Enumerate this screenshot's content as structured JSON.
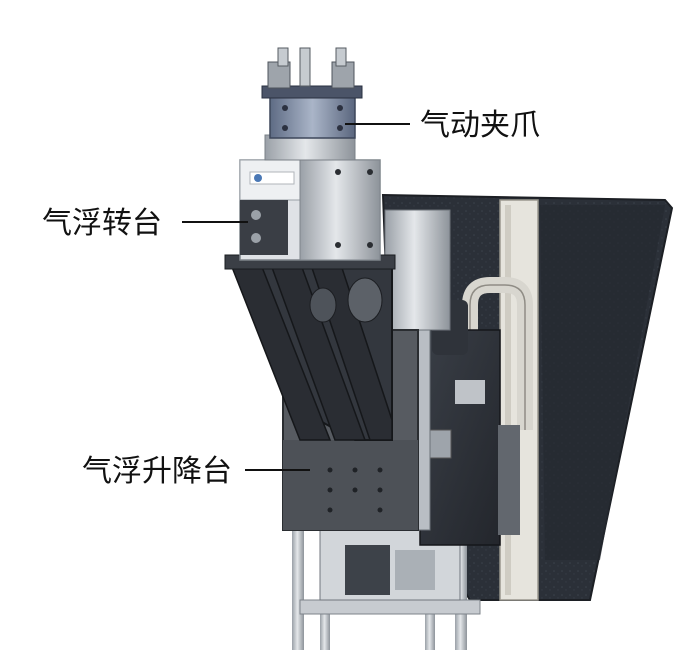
{
  "labels": {
    "gripper": "气动夹爪",
    "rotary_stage": "气浮转台",
    "lift_stage": "气浮升降台"
  },
  "colors": {
    "frame_dark": "#2e3138",
    "frame_mid": "#4a4e55",
    "plate_gray": "#575b61",
    "metal_light": "#c9cdd2",
    "metal_silver": "#b4b9bf",
    "rail_white": "#e6e4dd",
    "gripper_blue": "#7d8ba6",
    "ink": "#111111"
  }
}
